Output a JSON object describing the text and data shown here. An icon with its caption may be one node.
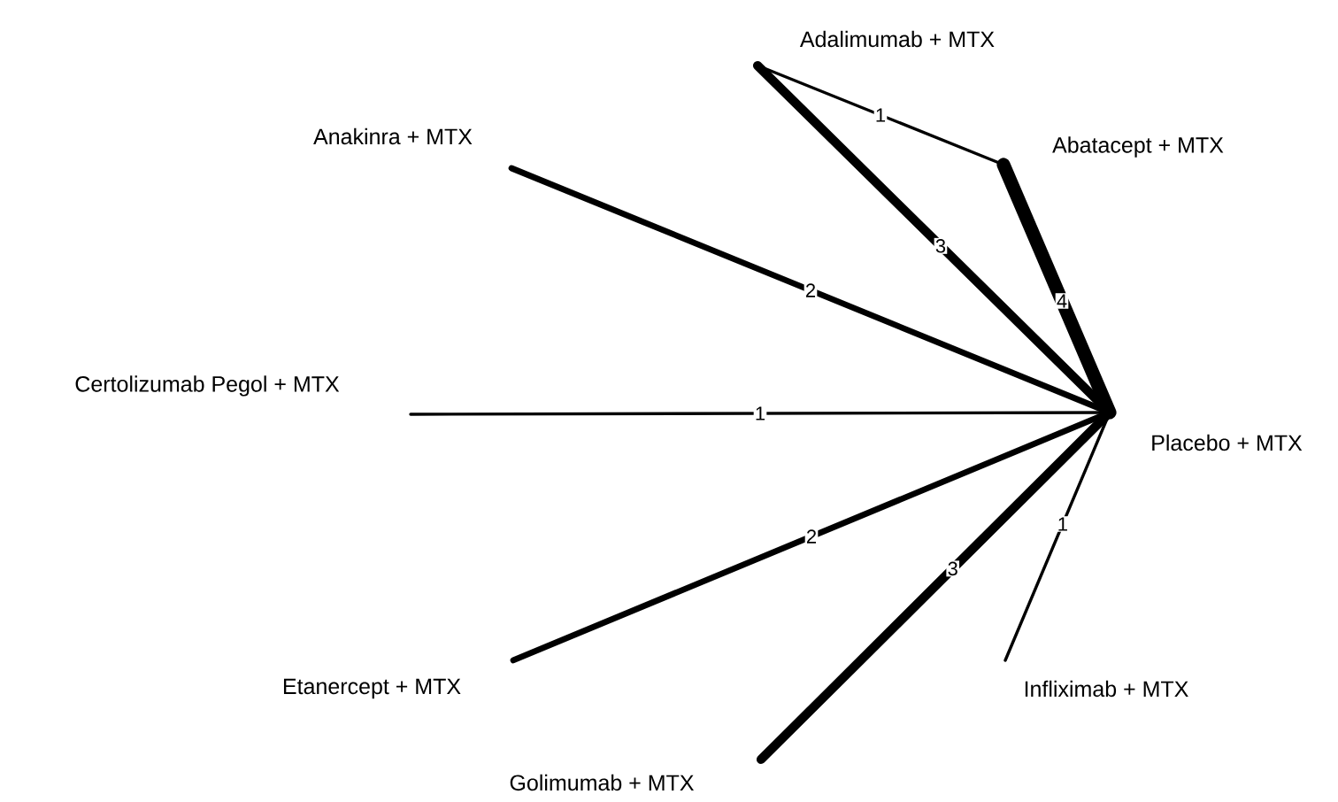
{
  "diagram": {
    "nodes": [
      {
        "text": [
          "Adalimumab + MTX"
        ]
      },
      {
        "text": [
          "Abatacept + MTX"
        ]
      },
      {
        "text": [
          "Anakinra + MTX"
        ]
      },
      {
        "text": [
          "Certolizumab Pegol + MTX"
        ]
      },
      {
        "text": [
          "Placebo + MTX"
        ]
      },
      {
        "text": [
          "Etanercept + MTX"
        ]
      },
      {
        "text": [
          "Infliximab + MTX"
        ]
      },
      {
        "text": [
          "Golimumab + MTX"
        ]
      }
    ],
    "edges": [
      {
        "from": 0,
        "to": 1,
        "arrow": "none",
        "label": "1"
      },
      {
        "from": 0,
        "to": 4,
        "arrow": "none",
        "label": "3"
      },
      {
        "from": 1,
        "to": 4,
        "arrow": "none",
        "label": "4",
        "style": "thick"
      },
      {
        "from": 2,
        "to": 4,
        "arrow": "none",
        "label": "2"
      },
      {
        "from": 3,
        "to": 4,
        "arrow": "none",
        "label": "1"
      },
      {
        "from": 5,
        "to": 4,
        "arrow": "none",
        "label": "2"
      },
      {
        "from": 7,
        "to": 4,
        "arrow": "none",
        "label": "3"
      },
      {
        "from": 6,
        "to": 4,
        "arrow": "none",
        "label": "1"
      }
    ]
  }
}
